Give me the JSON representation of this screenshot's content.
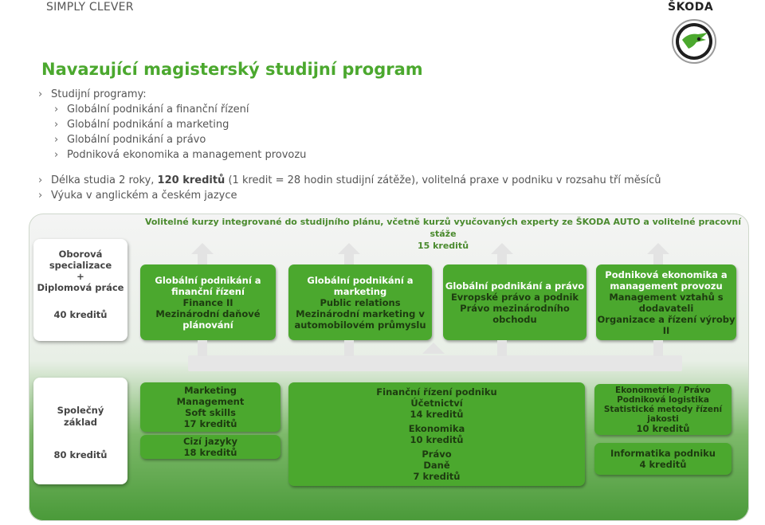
{
  "header": {
    "tagline": "SIMPLY CLEVER",
    "brand": "ŠKODA"
  },
  "logo": {
    "icon": "skoda-winged-arrow-logo"
  },
  "title": "Navazující magisterský studijní program",
  "bullets": {
    "programs_label": "Studijní programy:",
    "programs": [
      "Globální podnikání a finanční řízení",
      "Globální podnikání a marketing",
      "Globální podnikání a právo",
      "Podniková ekonomika a management provozu"
    ],
    "duration_pre": "Délka studia 2 roky,",
    "duration_bold": "120 kreditů",
    "duration_post": "(1 kredit = 28 hodin studijní zátěže), volitelná  praxe v podniku v rozsahu tří měsíců",
    "language": "Výuka v anglickém a českém jazyce",
    "chevron": "›"
  },
  "diagram": {
    "top_band": {
      "line1": "Volitelné kurzy integrované do studijního plánu, včetně kurzů vyučovaných experty ze ŠKODA AUTO a volitelné pracovní stáže",
      "line2": "15 kreditů"
    },
    "specialization": {
      "label1": "Oborová",
      "label2": "specializace",
      "label3": "+",
      "label4": "Diplomová práce",
      "credits": "40 kreditů"
    },
    "spec_boxes": [
      {
        "l1": "Globální podnikání a",
        "l2": "finanční řízení",
        "l3": "Finance II",
        "l4": "Mezinárodní daňové",
        "l5": "plánování"
      },
      {
        "l1": "Globální podnikání a",
        "l2": "marketing",
        "l3": "Public relations",
        "l4": "Mezinárodní marketing v",
        "l5": "automobilovém průmyslu"
      },
      {
        "l1": "Globální podnikání a právo",
        "l2": "Evropské právo a podnik",
        "l3": "Právo mezinárodního",
        "l4": "obchodu"
      },
      {
        "l1": "Podniková ekonomika a",
        "l2": "management provozu",
        "l3": "Management vztahů s",
        "l4": "dodavateli",
        "l5": "Organizace a řízení výroby II"
      }
    ],
    "common": {
      "label1": "Společný",
      "label2": "základ",
      "credits": "80 kreditů"
    },
    "common_boxes": {
      "a": {
        "l1": "Marketing",
        "l2": "Management",
        "l3": "Soft skills",
        "l4": "17 kreditů"
      },
      "b": {
        "l1": "Cizí jazyky",
        "l2": "18 kreditů"
      },
      "c": {
        "l1": "Finanční řízení podniku",
        "l2": "Účetnictví",
        "l3": "14 kreditů",
        "l4": "Ekonomika",
        "l5": "10 kreditů",
        "l6": "Právo",
        "l7": "Daně",
        "l8": "7 kreditů"
      },
      "d": {
        "l1": "Ekonometrie / Právo",
        "l2": "Podniková logistika",
        "l3": "Statistické metody řízení",
        "l4": "jakosti",
        "l5": "10 kreditů"
      },
      "e": {
        "l1": "Informatika podniku",
        "l2": "4 kreditů"
      }
    }
  },
  "colors": {
    "accent_green": "#4ba82e",
    "dark_text": "#1d3b10",
    "title_green": "#4ba82e"
  }
}
